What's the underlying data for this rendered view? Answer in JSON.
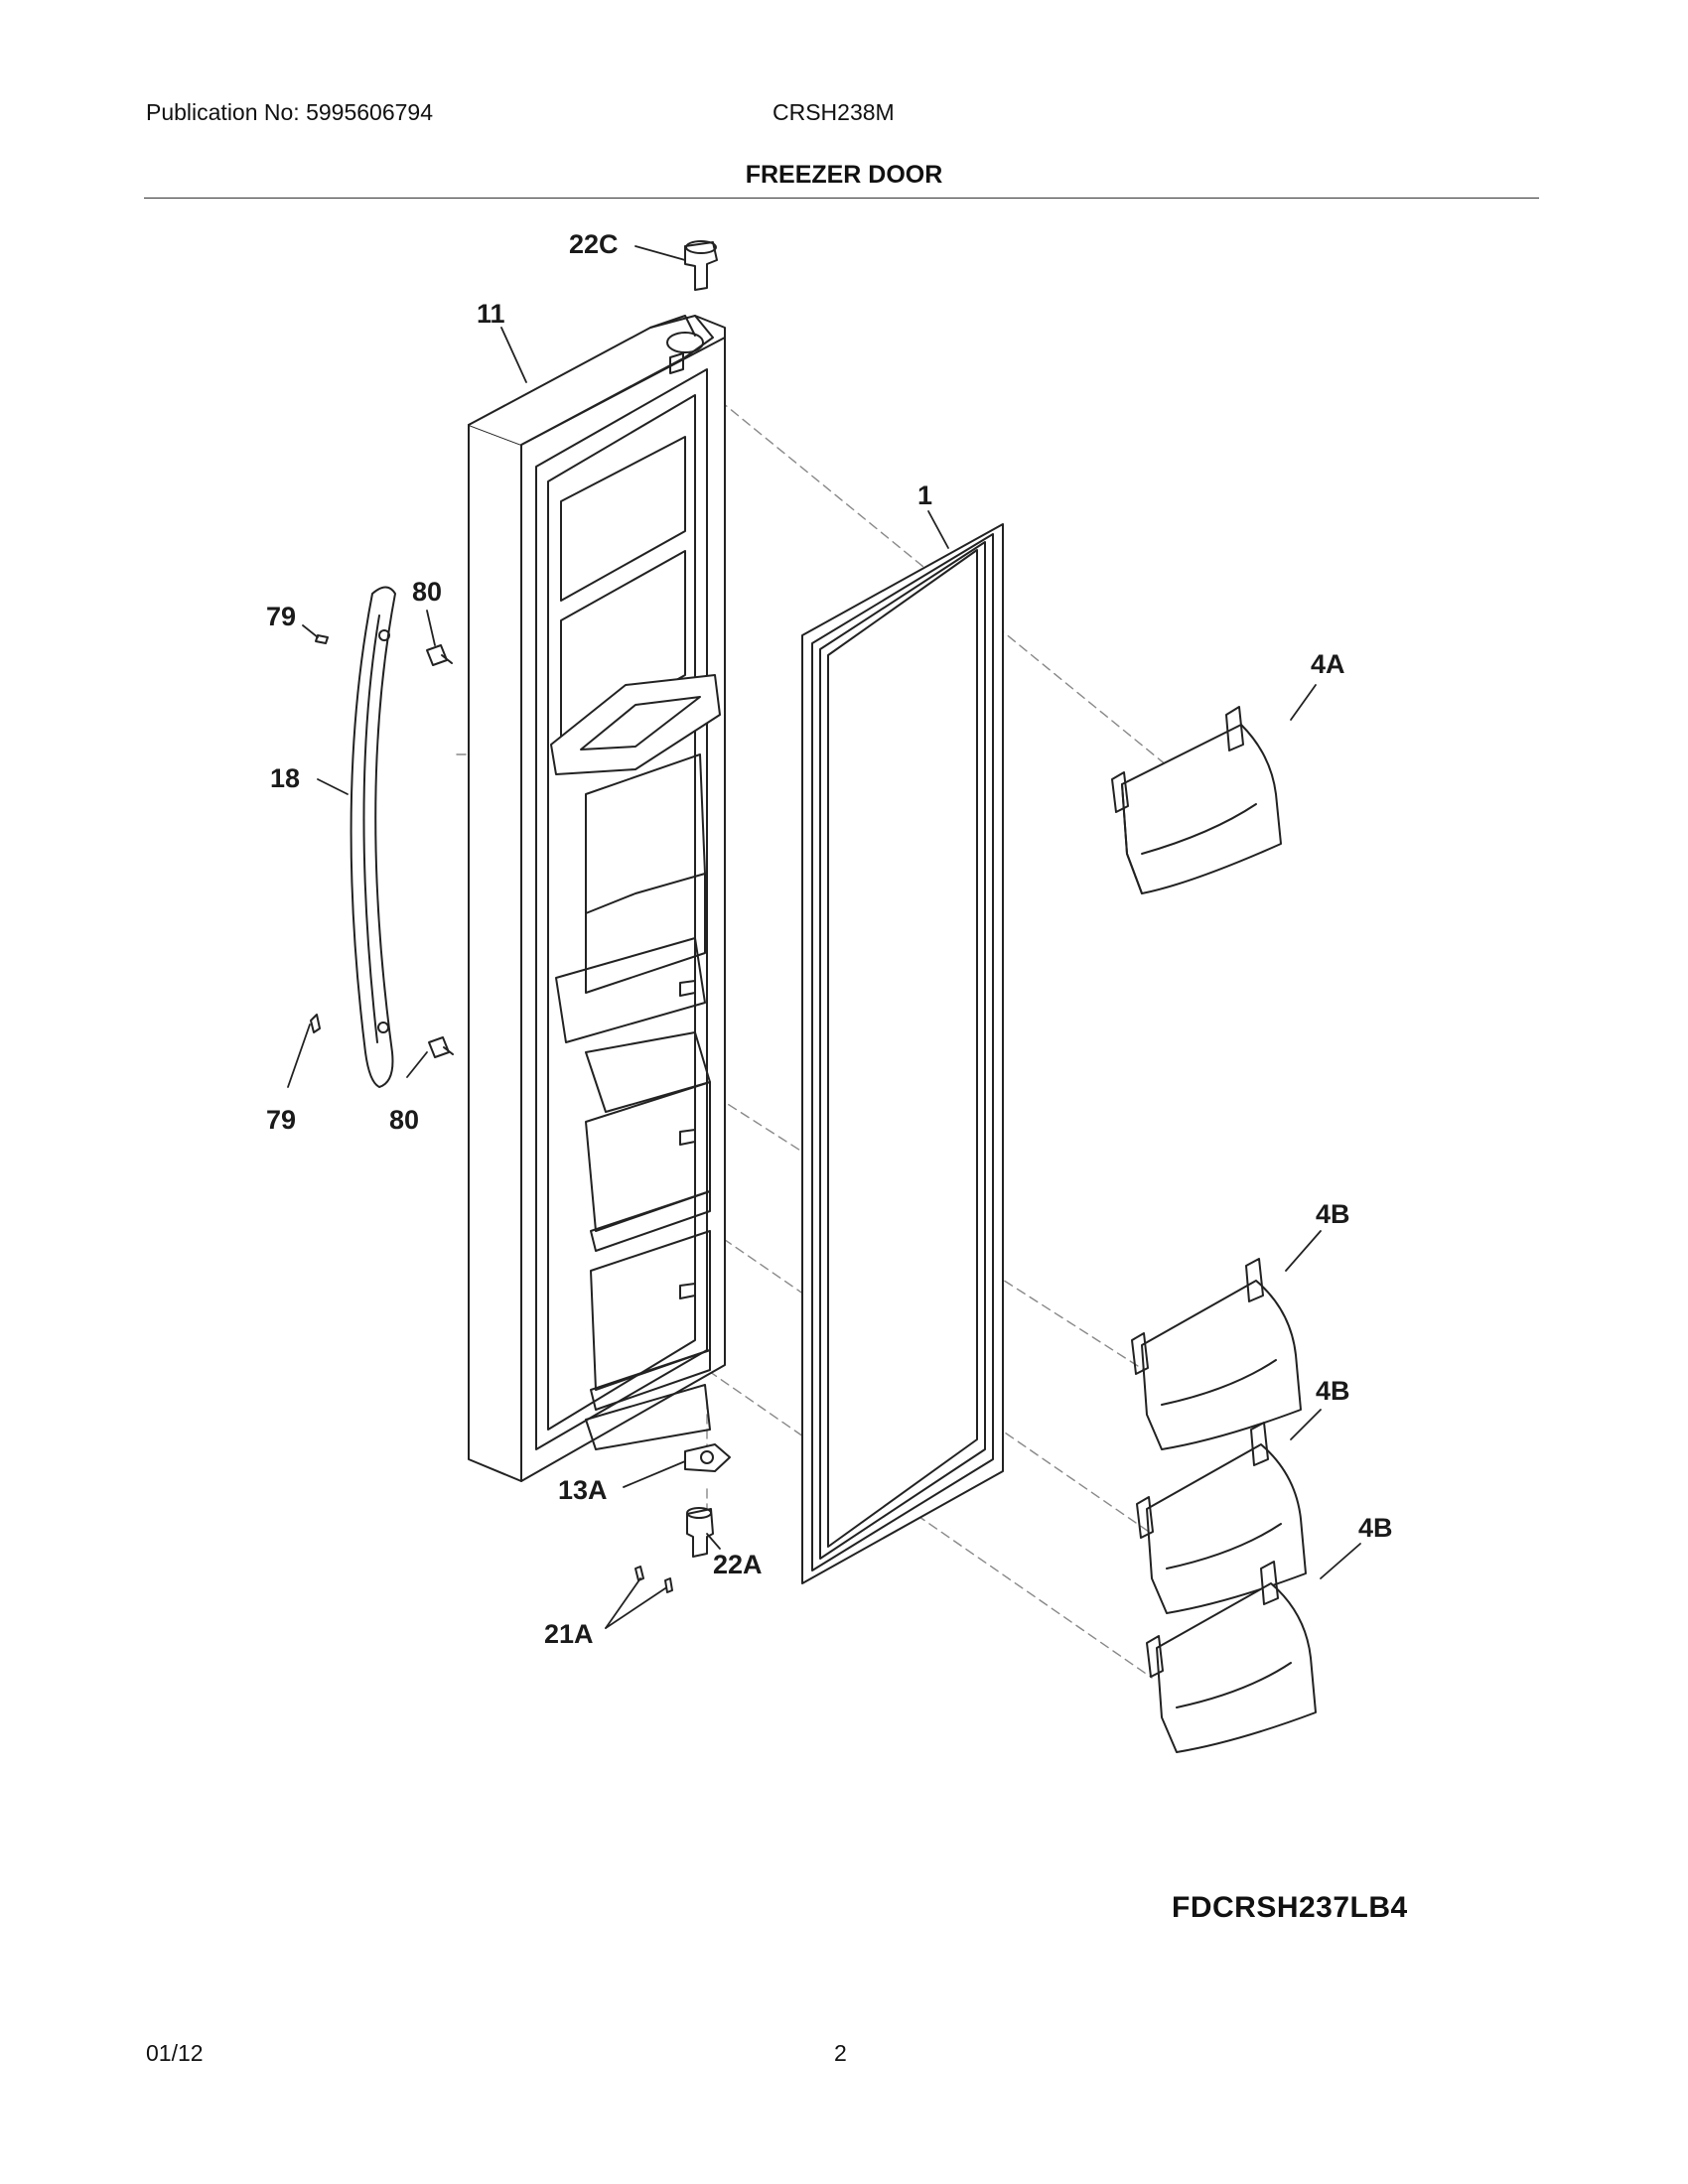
{
  "header": {
    "publication": "Publication No: 5995606794",
    "model": "CRSH238M"
  },
  "title": "FREEZER DOOR",
  "part_labels": {
    "p22C": "22C",
    "p11": "11",
    "p1": "1",
    "p4A": "4A",
    "p79_top": "79",
    "p80_top": "80",
    "p18": "18",
    "p79_bottom": "79",
    "p80_bottom": "80",
    "p4B_1": "4B",
    "p4B_2": "4B",
    "p4B_3": "4B",
    "p13A": "13A",
    "p22A": "22A",
    "p21A": "21A"
  },
  "drawing_code": "FDCRSH237LB4",
  "footer": {
    "date": "01/12",
    "page": "2"
  }
}
